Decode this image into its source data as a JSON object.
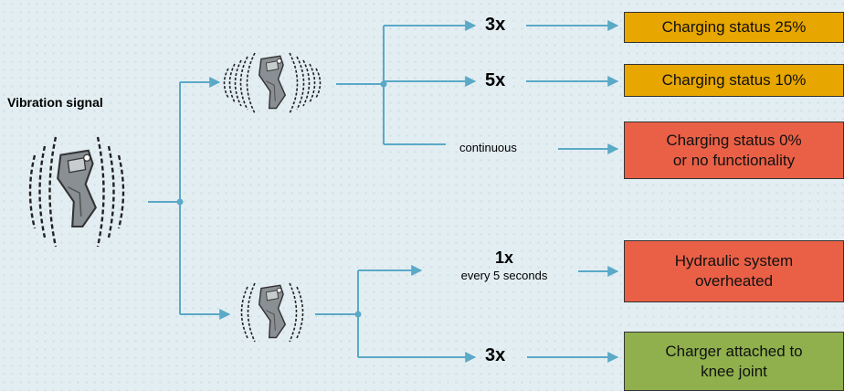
{
  "title": "Vibration signal",
  "colors": {
    "background": "#e3eef2",
    "connector": "#5aa9c7",
    "amber": "#e7a600",
    "red": "#ea6046",
    "green": "#8fb04c"
  },
  "icons": {
    "main": "knee-prosthesis-vibrating-icon",
    "upper": "knee-prosthesis-vibrating-icon",
    "lower": "knee-prosthesis-vibrating-icon"
  },
  "branches": [
    {
      "count": "3x",
      "result": "Charging status 25%"
    },
    {
      "count": "5x",
      "result": "Charging status 10%"
    },
    {
      "count": "continuous",
      "result_line1": "Charging status 0%",
      "result_line2": "or no functionality"
    },
    {
      "count": "1x",
      "detail": "every 5 seconds",
      "result_line1": "Hydraulic system",
      "result_line2": "overheated"
    },
    {
      "count": "3x",
      "result_line1": "Charger attached to",
      "result_line2": "knee joint"
    }
  ]
}
